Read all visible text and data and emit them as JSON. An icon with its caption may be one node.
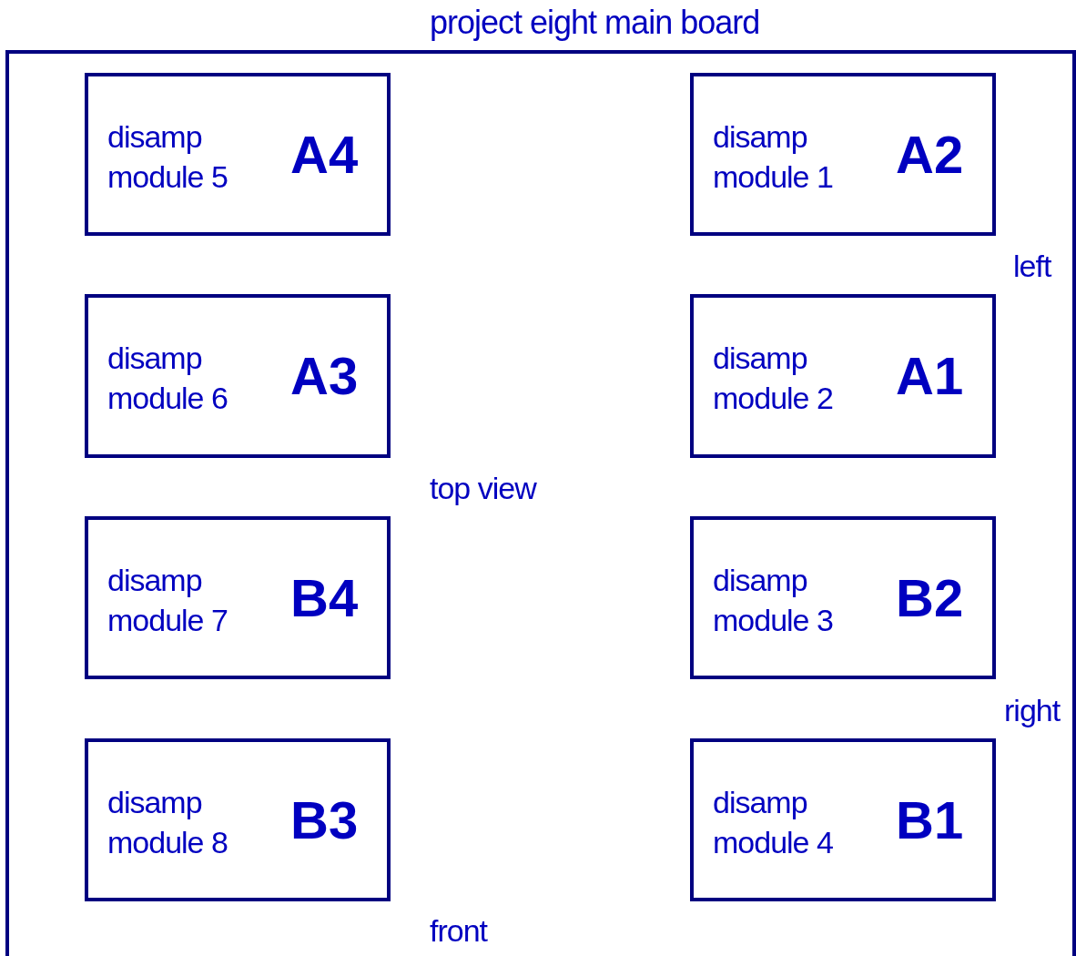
{
  "diagram": {
    "nodes": [
      {
        "text": [
          "project eight main board"
        ]
      },
      {
        "text": [
          "disamp module 5",
          "A4"
        ],
        "in": 0
      },
      {
        "text": [
          "disamp module 1",
          "A2"
        ],
        "in": 0
      },
      {
        "text": [
          "disamp module 6",
          "A3"
        ],
        "in": 0
      },
      {
        "text": [
          "disamp module 2",
          "A1"
        ],
        "in": 0
      },
      {
        "text": [
          "disamp module 7",
          "B4"
        ],
        "in": 0
      },
      {
        "text": [
          "disamp module 3",
          "B2"
        ],
        "in": 0
      },
      {
        "text": [
          "disamp module 8",
          "B3"
        ],
        "in": 0
      },
      {
        "text": [
          "disamp module 4",
          "B1"
        ],
        "in": 0
      }
    ],
    "edges": [],
    "labels": [
      "left",
      "top view",
      "right",
      "front"
    ]
  }
}
